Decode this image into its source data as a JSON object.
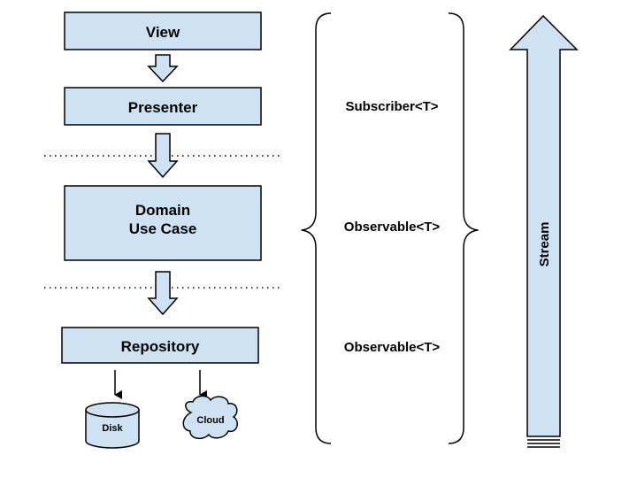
{
  "layers": {
    "view": "View",
    "presenter": "Presenter",
    "domain_line1": "Domain",
    "domain_line2": "Use Case",
    "repository": "Repository"
  },
  "data_sources": {
    "disk": "Disk",
    "cloud": "Cloud"
  },
  "stream_types": {
    "subscriber": "Subscriber<T>",
    "observable_domain": "Observable<T>",
    "observable_repository": "Observable<T>"
  },
  "stream_label": "Stream",
  "colors": {
    "box_fill": "#cfe2f3",
    "stroke": "#000000"
  }
}
